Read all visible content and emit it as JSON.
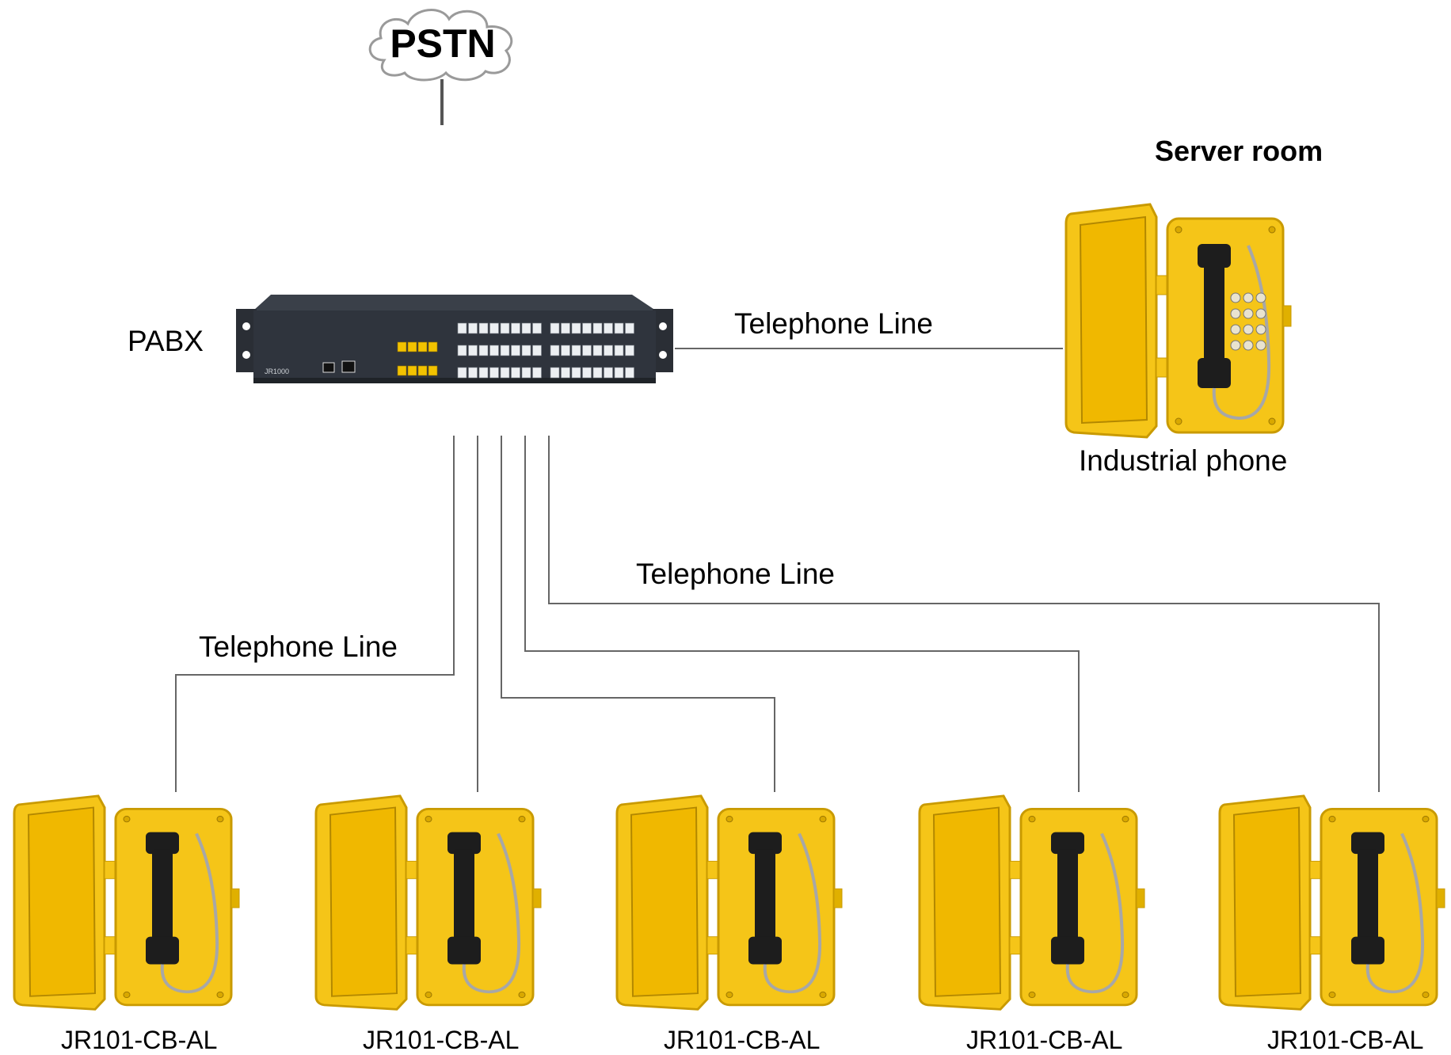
{
  "cloud": {
    "label": "PSTN",
    "fill": "#ffffff",
    "stroke": "#999999"
  },
  "pabx": {
    "label": "PABX",
    "model": "JR1000",
    "body_color": "#2f343d",
    "port_color": "#f2c200"
  },
  "server_room": {
    "title": "Server room",
    "phone_label": "Industrial phone",
    "line_label": "Telephone Line"
  },
  "branch": {
    "line_label_top": "Telephone Line",
    "line_label_left": "Telephone Line"
  },
  "phones": [
    {
      "model": "JR101-CB-AL"
    },
    {
      "model": "JR101-CB-AL"
    },
    {
      "model": "JR101-CB-AL"
    },
    {
      "model": "JR101-CB-AL"
    },
    {
      "model": "JR101-CB-AL"
    }
  ],
  "colors": {
    "phone_yellow": "#f5c518",
    "phone_edge": "#c99a00",
    "handset": "#1d1d1d",
    "wire": "#666666"
  }
}
